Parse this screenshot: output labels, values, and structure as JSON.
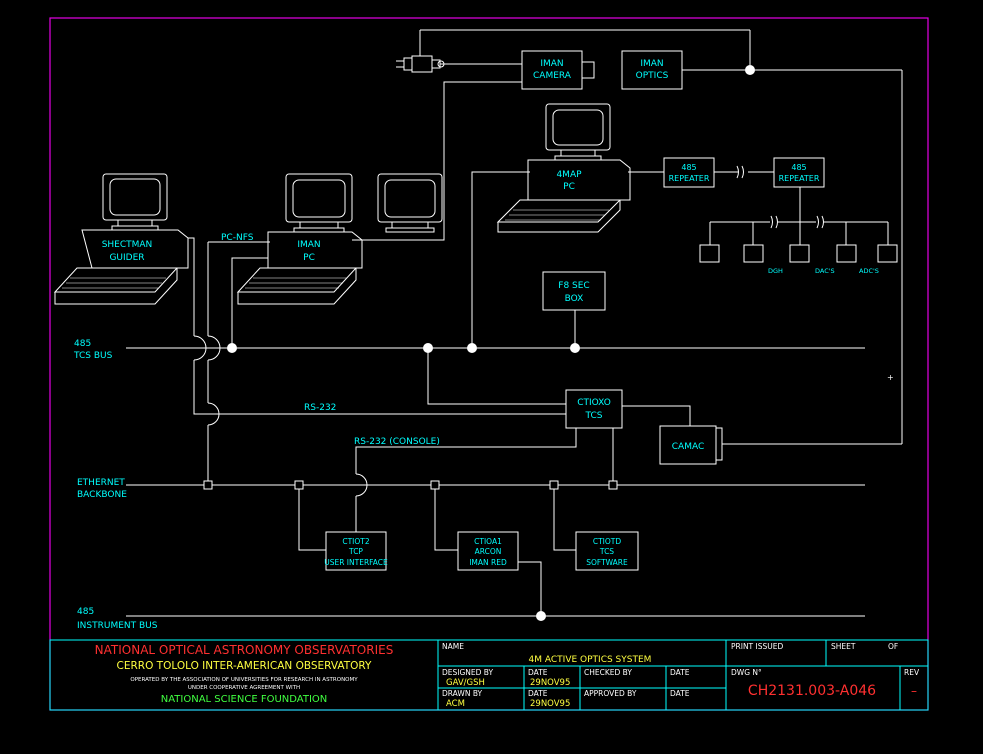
{
  "colors": {
    "background": "#000000",
    "frame": "#e600e6",
    "line": "#ffffff",
    "cyan": "#00ffff",
    "red": "#ff3030",
    "yellow": "#ffff40",
    "green": "#40ff40"
  },
  "blocks": {
    "iman_camera": [
      "IMAN",
      "CAMERA"
    ],
    "iman_optics": [
      "IMAN",
      "OPTICS"
    ],
    "map_pc": [
      "4MAP",
      "PC"
    ],
    "repeater_left": [
      "485",
      "REPEATER"
    ],
    "repeater_right": [
      "485",
      "REPEATER"
    ],
    "shectman_guider": [
      "SHECTMAN",
      "GUIDER"
    ],
    "iman_pc": [
      "IMAN",
      "PC"
    ],
    "f8_sec_box": [
      "F8 SEC",
      "BOX"
    ],
    "ctioxo_tcs": [
      "CTIOXO",
      "TCS"
    ],
    "camac": [
      "CAMAC"
    ],
    "ctiot2": [
      "CTIOT2",
      "TCP",
      "USER INTERFACE"
    ],
    "ctioa1": [
      "CTIOA1",
      "ARCON",
      "IMAN RED"
    ],
    "ctiotd": [
      "CTIOTD",
      "TCS",
      "SOFTWARE"
    ]
  },
  "labels": {
    "pc_nfs": "PC-NFS",
    "tcs_bus": [
      "485",
      "TCS BUS"
    ],
    "rs232": "RS-232",
    "rs232_console": "RS-232 (CONSOLE)",
    "ethernet_backbone": [
      "ETHERNET",
      "BACKBONE"
    ],
    "instrument_bus": [
      "485",
      "INSTRUMENT BUS"
    ],
    "dgh": "DGH",
    "dacs": "DAC'S",
    "adcs": "ADC'S",
    "plus": "+"
  },
  "title_block": {
    "org_line1": "NATIONAL OPTICAL ASTRONOMY OBSERVATORIES",
    "org_line2": "CERRO TOLOLO INTER-AMERICAN OBSERVATORY",
    "org_line3": "OPERATED BY THE ASSOCIATION OF UNIVERSITIES FOR RESEARCH IN ASTRONOMY",
    "org_line4": "UNDER COOPERATIVE AGREEMENT WITH",
    "org_line5": "NATIONAL SCIENCE FOUNDATION",
    "name_label": "NAME",
    "name_value": "4M ACTIVE OPTICS SYSTEM",
    "print_issued_label": "PRINT ISSUED",
    "sheet_label": "SHEET",
    "of_label": "OF",
    "designed_by_label": "DESIGNED BY",
    "designed_by_value": "GAV/GSH",
    "date_label_1": "DATE",
    "date_value_1": "29NOV95",
    "checked_by_label": "CHECKED BY",
    "date_label_2": "DATE",
    "drawn_by_label": "DRAWN BY",
    "drawn_by_value": "ACM",
    "date_label_3": "DATE",
    "date_value_3": "29NOV95",
    "approved_by_label": "APPROVED BY",
    "date_label_4": "DATE",
    "dwg_label": "DWG N°",
    "dwg_value": "CH2131.003-A046",
    "rev_label": "REV",
    "rev_value": "–"
  }
}
